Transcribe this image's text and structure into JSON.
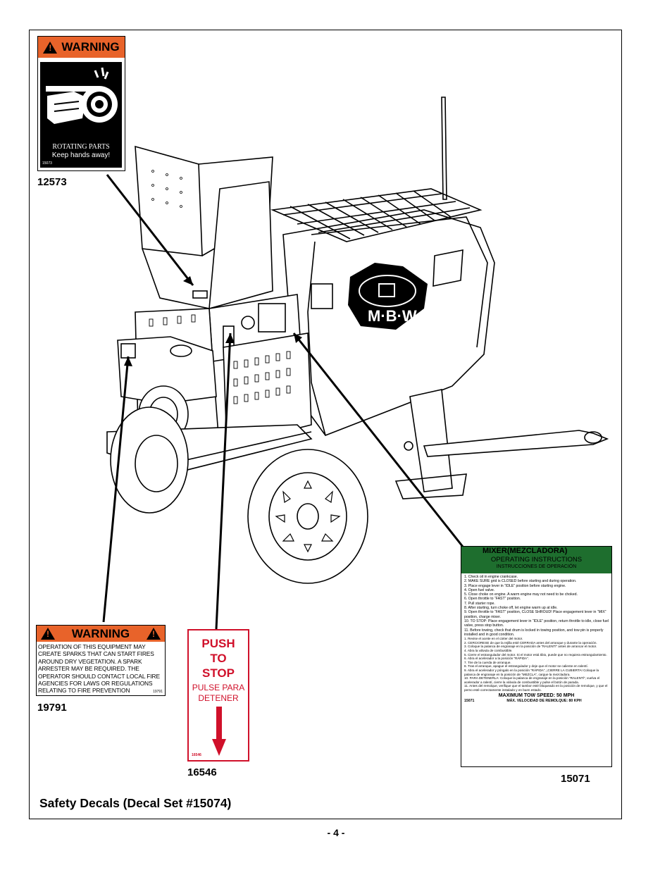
{
  "page": {
    "number": "- 4 -"
  },
  "caption": {
    "title": "Safety Decals (Decal Set #15074)"
  },
  "decals": {
    "rotating": {
      "header": "WARNING",
      "line1": "ROTATING PARTS",
      "line2": "Keep hands away!",
      "small_code": "15073",
      "part_no": "12573",
      "icon": "hand-pinch-point-icon"
    },
    "fire": {
      "header": "WARNING",
      "text": "OPERATION OF THIS EQUIPMENT MAY CREATE SPARKS THAT CAN START FIRES AROUND DRY VEGETATION. A SPARK ARRESTER MAY BE REQUIRED. THE OPERATOR SHOULD CONTACT LOCAL FIRE AGENCIES FOR LAWS OR REGULATIONS RELATING TO FIRE PREVENTION",
      "small_code": "19791",
      "part_no": "19791"
    },
    "push": {
      "line1": "PUSH",
      "line2": "TO",
      "line3": "STOP",
      "line4": "PULSE PARA",
      "line5": "DETENER",
      "small_code": "16546",
      "part_no": "16546",
      "icon": "down-arrow-icon"
    },
    "mixer": {
      "header": "MIXER(MEZCLADORA)",
      "sub1": "OPERATING INSTRUCTIONS",
      "sub2": "INSTRUCCIONES DE OPERACIÓN",
      "steps_en": [
        "1.    Check oil in engine crankcase.",
        "2.    MAKE SURE grid is CLOSED before starting and during operation.",
        "3.    Place engage lever in “IDLE” position before starting engine.",
        "4.    Open fuel valve.",
        "5.    Close choke on engine.  A warm engine may not need to be choked.",
        "6.    Open throttle to “FAST” position.",
        "7.    Pull starter rope.",
        "8.    After starting, turn choke off, let engine warm up at idle.",
        "9.    Open throttle to “FAST” position, CLOSE SHROUD!  Place engagement lever in “MIX” position, charge mixer.",
        "10.  TO STOP:  Place engagement lever in “IDLE” position, return throttle to idle, close fuel valve, press stop button.",
        "11.  Before towing, check that drum is locked in towing position, and tow pin is properly installed and in good condition."
      ],
      "steps_es": [
        "1.  Revise el aceite en el cárter del motor.",
        "2.  CERCIORESE de que la rejilla esté CERRADA antes del arranque y durante la operación.",
        "3.  Coloque la palanca de engranaje en la posición de “RALENTÍ” antes de arrancar el motor.",
        "4.  Abra la válvula de combustible.",
        "5.  Cierre el estrangulador del motor. Si el motor está tibio, puede que no requiera estrangulamiento.",
        "6.  Abra el acelerador a la posición “RÁPIDA”.",
        "7.  Tire de la cuerda de arranque.",
        "8.  Tras el arranque, apague el estrangulador y deje que el motor se caliente en ralentí.",
        "9.  Abra el acelerador y póngalo en la posición “RÁPIDA”, ¡CIERRE LA CUBIERTA! Coloque la palanca de engranaje en la posición de “MEZCLA”, cargue la mezcladora.",
        "10. PARA DETENERLA: Coloque la palanca de engranaje en la posición “RALENTÍ”, vuelva el acelerador a ralentí, cierre la válvula de combustible y pulse el botón de parada.",
        "11.  Antes del remolque, verifique que el tambor esté bloqueado en la posición de remolque, y que el perno esté correctamente instalado y en buen estado."
      ],
      "max_en": "MAXIMUM TOW SPEED: 50 MPH",
      "max_es": "MÁX. VELOCIDAD DE REMOLQUE: 80 KPH",
      "small_code": "15071",
      "part_no": "15071"
    }
  },
  "illustration": {
    "brand": "M·B·W"
  },
  "colors": {
    "warning_orange": "#e8632a",
    "stop_red": "#d0102a",
    "instr_green": "#1e6e2e"
  }
}
